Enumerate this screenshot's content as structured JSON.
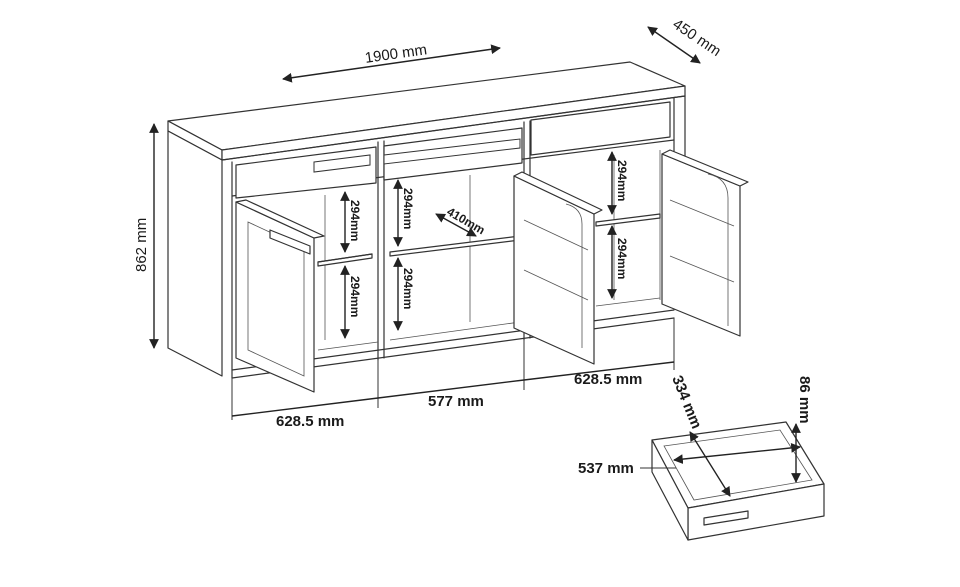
{
  "dimensions": {
    "width": "1900 mm",
    "depth": "450 mm",
    "height": "862 mm",
    "left_section_width": "628.5 mm",
    "middle_section_width": "577 mm",
    "right_section_width": "628.5 mm",
    "shelf_gap_left_upper": "294mm",
    "shelf_gap_left_lower": "294mm",
    "shelf_gap_middle_upper": "294mm",
    "shelf_gap_middle_lower": "294mm",
    "shelf_depth_middle": "410mm",
    "shelf_gap_right_upper": "294mm",
    "shelf_gap_right_lower": "294mm"
  },
  "drawer": {
    "width": "537 mm",
    "depth": "334 mm",
    "height": "86 mm"
  },
  "colors": {
    "line": "#333333",
    "background": "#ffffff"
  }
}
